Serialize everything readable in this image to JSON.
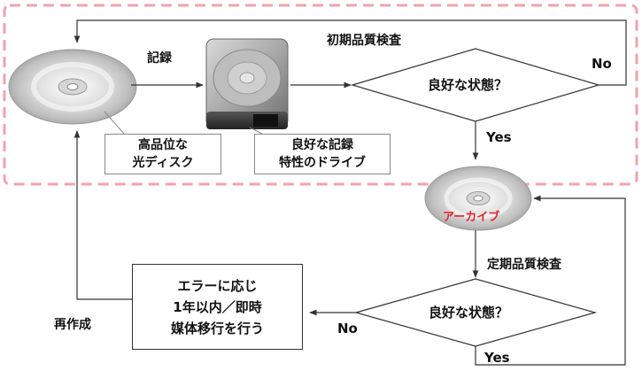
{
  "colors": {
    "dashed_region": "#f2a3ad",
    "archive_text": "#e8202a",
    "line": "#333333"
  },
  "top": {
    "record_label": "記録",
    "initial_check_label": "初期品質検査",
    "no_label": "No",
    "yes_label": "Yes",
    "decision_text": "良好な状態？",
    "disc_caption": [
      "高品位な",
      "光ディスク"
    ],
    "drive_caption": [
      "良好な記録",
      "特性のドライブ"
    ]
  },
  "archive": {
    "label": "アーカイブ"
  },
  "bottom": {
    "periodic_check_label": "定期品質検査",
    "decision_text": "良好な状態？",
    "no_label": "No",
    "yes_label": "Yes",
    "action_box": [
      "エラーに応じ",
      "1年以内／即時",
      "媒体移行を行う"
    ],
    "recreate_label": "再作成"
  },
  "icons": {
    "disc": "optical-disc-icon",
    "drive": "hard-drive-icon",
    "archive_disc": "archive-disc-icon"
  }
}
